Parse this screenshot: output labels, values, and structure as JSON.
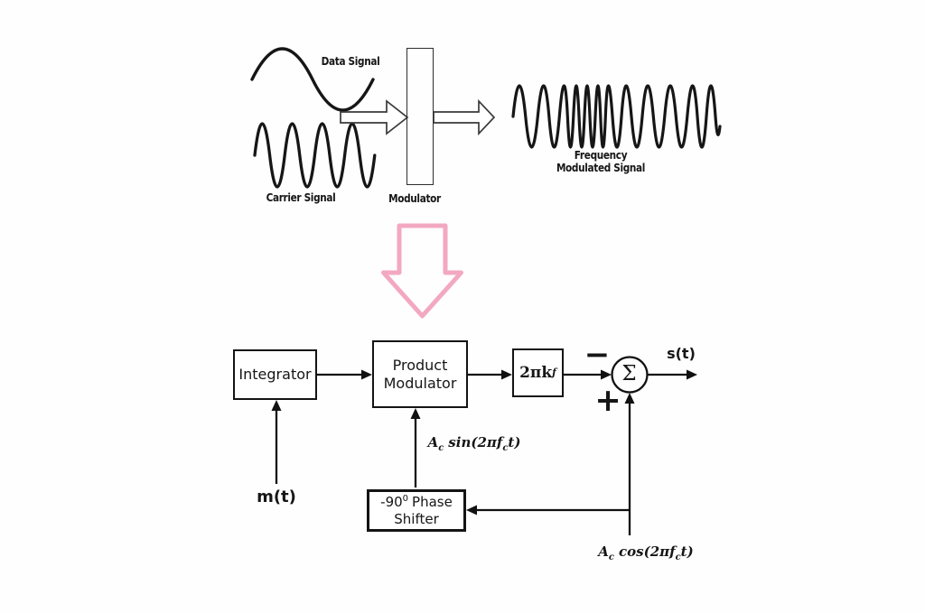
{
  "top_panel": {
    "data_signal_label": "Data Signal",
    "carrier_signal_label": "Carrier Signal",
    "modulator_label": "Modulator",
    "fm_signal_label_line1": "Frequency",
    "fm_signal_label_line2": "Modulated Signal"
  },
  "block_diagram": {
    "integrator_label": "Integrator",
    "product_modulator_line1": "Product",
    "product_modulator_line2": "Modulator",
    "gain_main": "2πk",
    "gain_sub": "f",
    "summer_symbol": "Σ",
    "minus_sign": "−",
    "plus_sign": "+",
    "input_label": "m(t)",
    "output_label": "s(t)",
    "phase_pre": "-90",
    "phase_sup": "0",
    "phase_post": "Phase",
    "phase_line2": "Shifter",
    "sin_var": "A",
    "sin_var_sub": "c",
    "sin_func": "sin(2π",
    "sin_f": "f",
    "sin_f_sub": "c",
    "sin_tail": "t)",
    "cos_var": "A",
    "cos_var_sub": "c",
    "cos_func": "cos(2π",
    "cos_f": "f",
    "cos_f_sub": "c",
    "cos_tail": "t)"
  },
  "colors": {
    "ink": "#161616",
    "pink_arrow": "#f3a8c1"
  }
}
